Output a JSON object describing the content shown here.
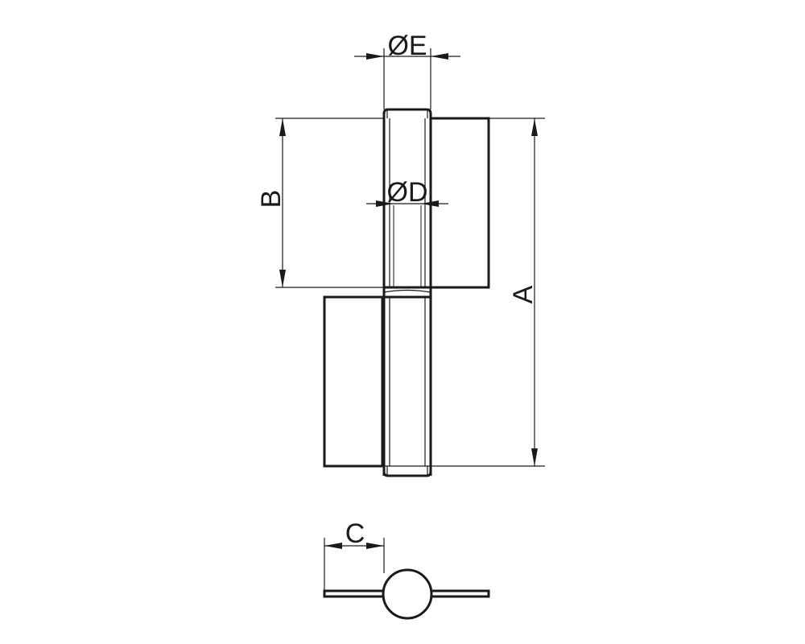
{
  "labels": {
    "dim_e": "ØE",
    "dim_d": "ØD",
    "dim_b": "B",
    "dim_a": "A",
    "dim_c": "C"
  }
}
